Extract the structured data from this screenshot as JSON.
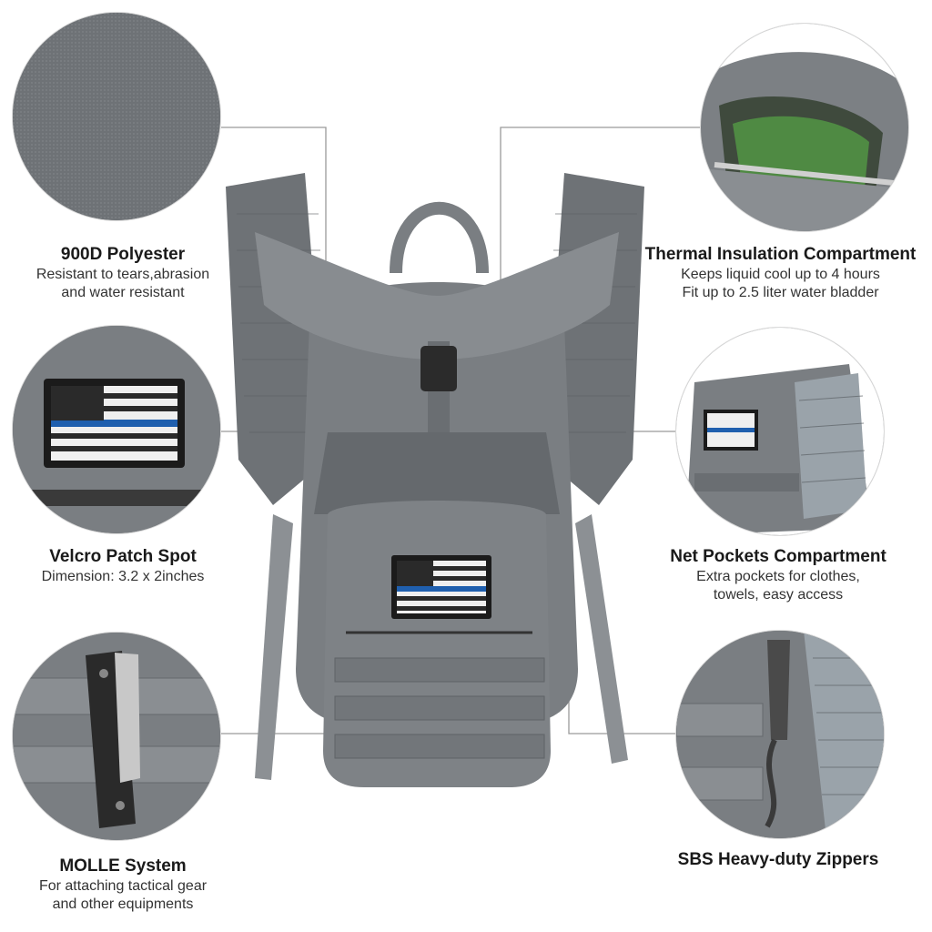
{
  "features": {
    "polyester": {
      "title": "900D Polyester",
      "lines": [
        "Resistant to tears,abrasion",
        "and water resistant"
      ]
    },
    "thermal": {
      "title": "Thermal Insulation Compartment",
      "lines": [
        "Keeps liquid cool up to 4 hours",
        "Fit up to 2.5 liter water bladder"
      ]
    },
    "velcro": {
      "title": "Velcro Patch Spot",
      "lines": [
        "Dimension: 3.2 x 2inches"
      ]
    },
    "net": {
      "title": "Net Pockets Compartment",
      "lines": [
        "Extra pockets for clothes,",
        "towels, easy access"
      ]
    },
    "molle": {
      "title": "MOLLE System",
      "lines": [
        "For attaching tactical gear",
        "and other equipments"
      ]
    },
    "zippers": {
      "title": "SBS Heavy-duty Zippers"
    }
  },
  "colors": {
    "bag_grey": "#7a7e82",
    "bag_dark": "#5a5e62",
    "strap_grey": "#8c9094",
    "connector": "#9a9a9a",
    "flag_blue": "#1f5fae"
  }
}
